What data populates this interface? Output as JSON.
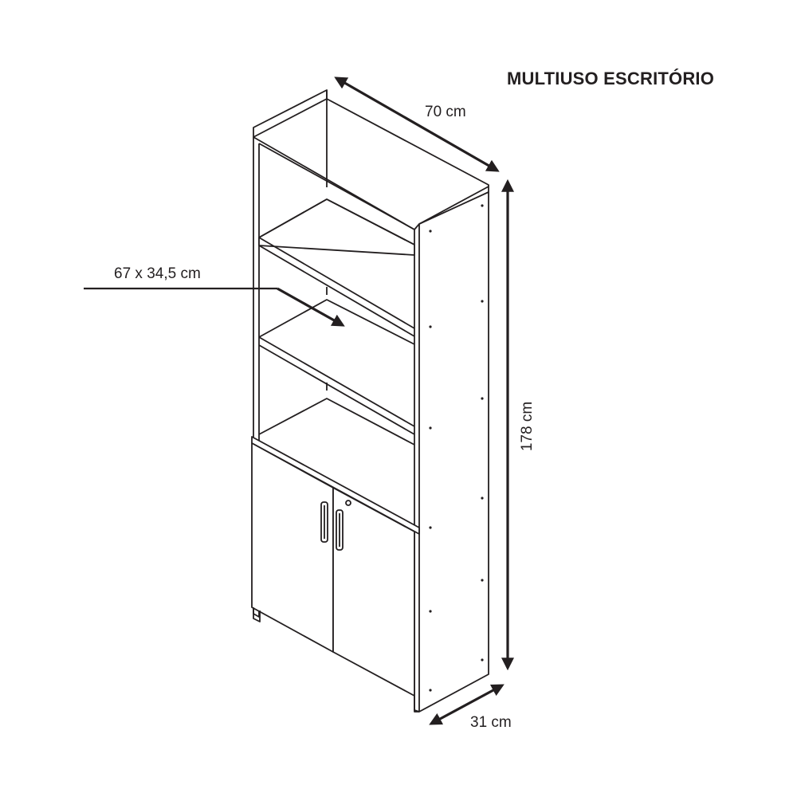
{
  "title": "MULTIUSO ESCRITÓRIO",
  "dimensions": {
    "width": "70 cm",
    "height": "178 cm",
    "depth": "31 cm",
    "shelf": "67 x 34,5 cm"
  },
  "colors": {
    "line": "#231f20",
    "background": "#ffffff"
  }
}
